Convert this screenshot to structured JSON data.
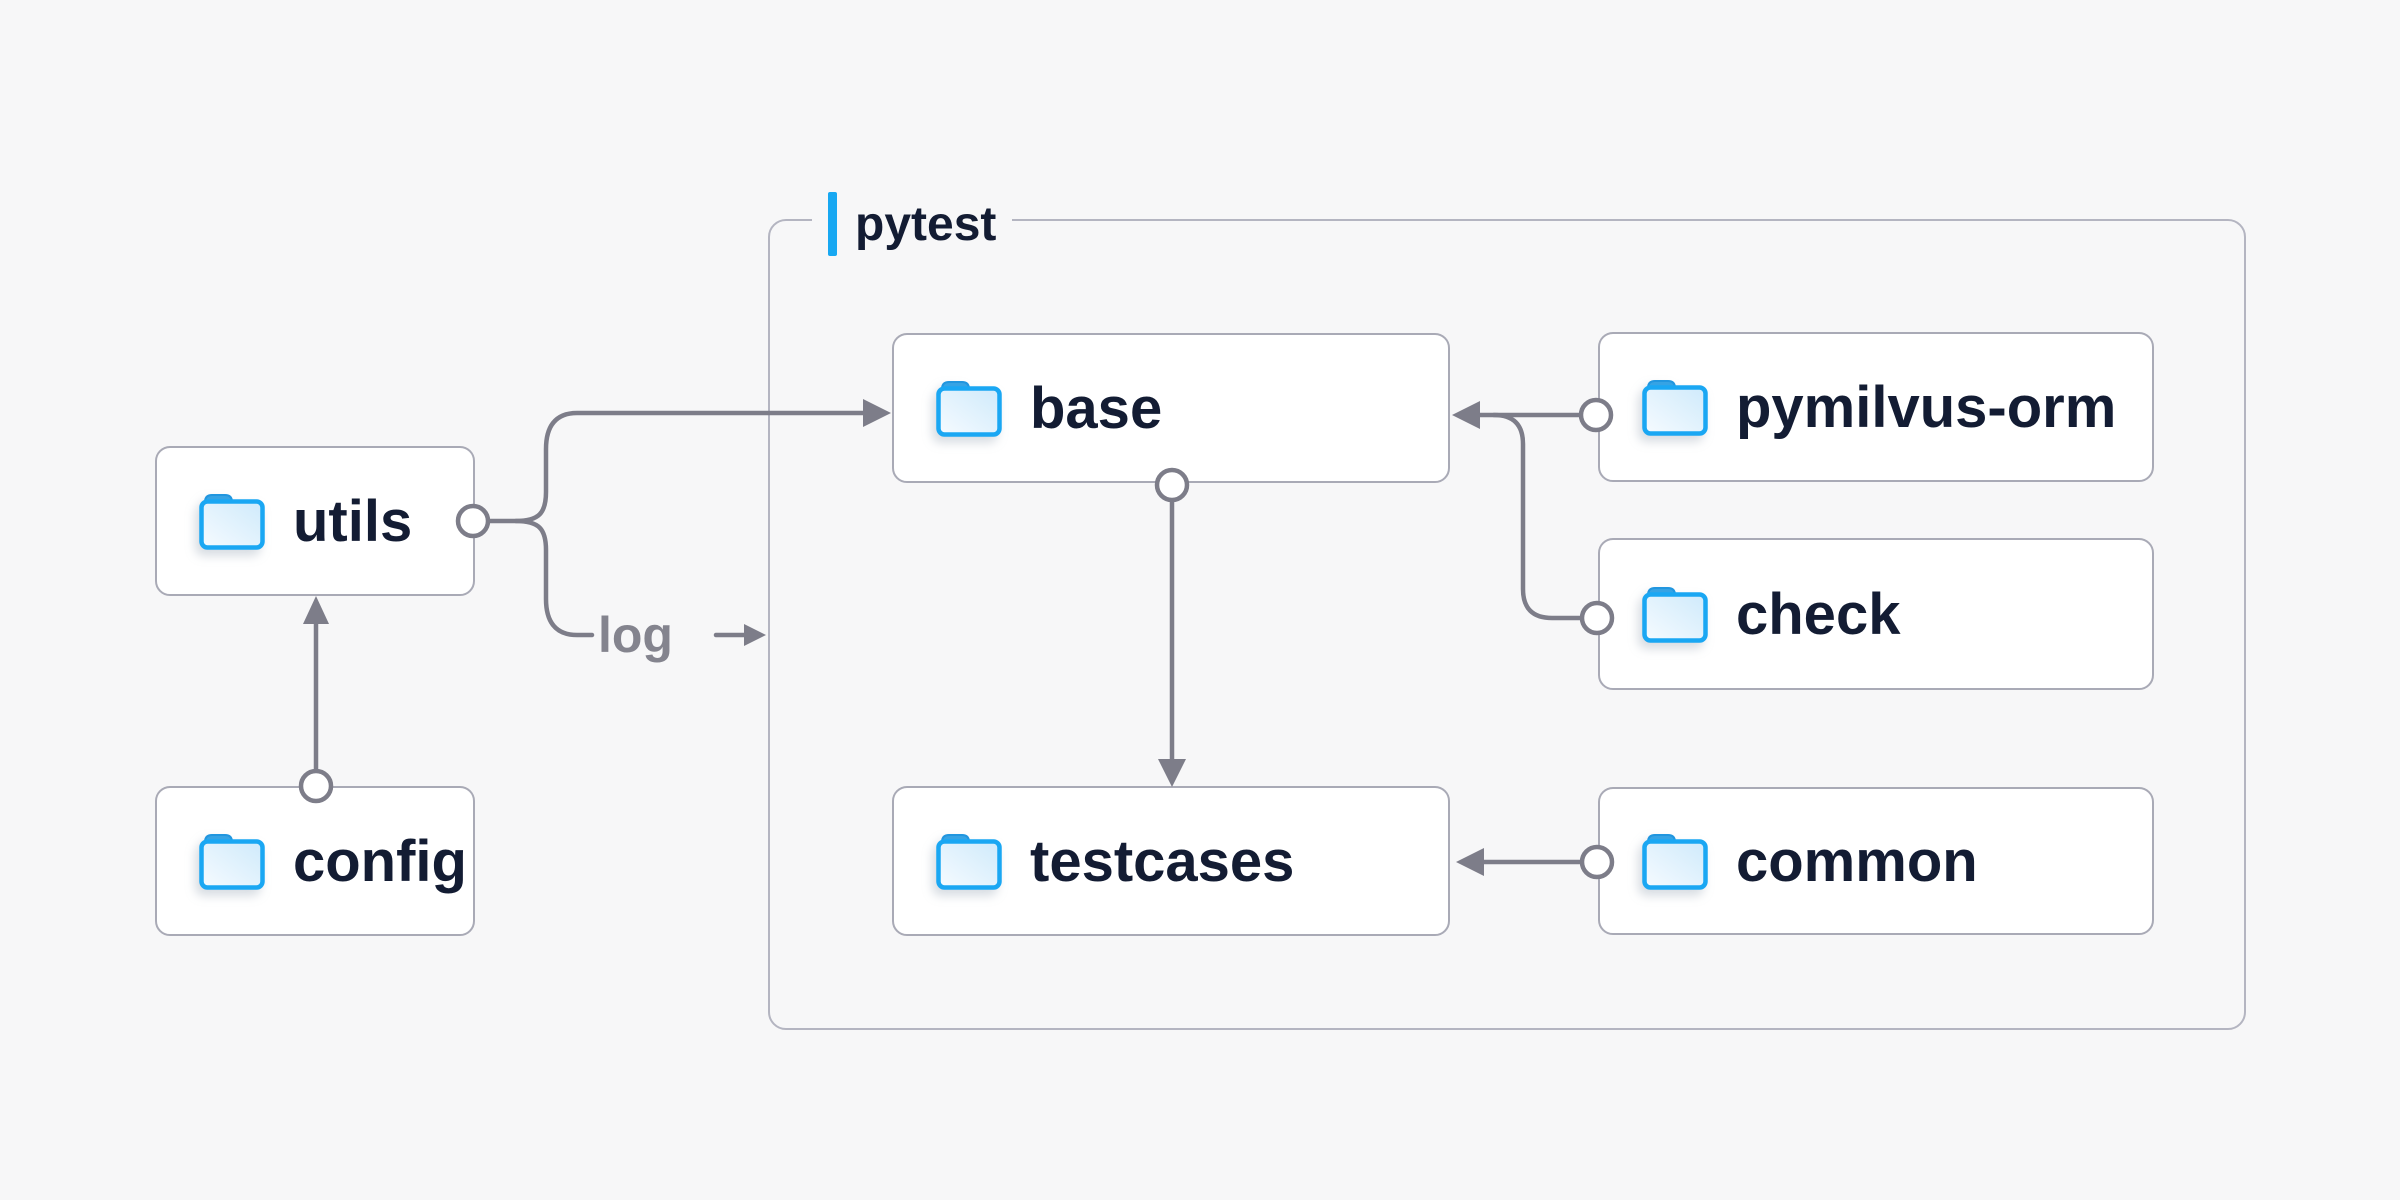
{
  "diagram": {
    "group": {
      "label": "pytest",
      "contains": [
        "base",
        "pymilvus-orm",
        "check",
        "testcases",
        "common"
      ]
    },
    "nodes": {
      "utils": {
        "label": "utils",
        "icon": "folder-icon"
      },
      "config": {
        "label": "config",
        "icon": "folder-icon"
      },
      "base": {
        "label": "base",
        "icon": "folder-icon"
      },
      "pymilvus_orm": {
        "label": "pymilvus-orm",
        "icon": "folder-icon"
      },
      "check": {
        "label": "check",
        "icon": "folder-icon"
      },
      "testcases": {
        "label": "testcases",
        "icon": "folder-icon"
      },
      "common": {
        "label": "common",
        "icon": "folder-icon"
      }
    },
    "edge_labels": {
      "log": "log"
    },
    "edges": [
      {
        "from": "config",
        "to": "utils",
        "style": "circle-start arrow-end"
      },
      {
        "from": "utils",
        "to": "base",
        "style": "circle-start arrow-end"
      },
      {
        "from": "utils",
        "to": "log",
        "style": "circle-start arrow-end",
        "label": "log"
      },
      {
        "from": "pymilvus-orm",
        "to": "base",
        "style": "circle-start arrow-end"
      },
      {
        "from": "check",
        "to": "base",
        "style": "circle-start merge-into-pymilvus-orm-edge"
      },
      {
        "from": "base",
        "to": "testcases",
        "style": "circle-start arrow-end"
      },
      {
        "from": "common",
        "to": "testcases",
        "style": "circle-start arrow-end"
      }
    ],
    "colors": {
      "bg": "#f7f7f8",
      "boxFill": "#ffffff",
      "boxBorder": "#a9aab6",
      "containerBorder": "#b4b5c1",
      "line": "#7d7d89",
      "muted": "#84848e",
      "text": "#131c33",
      "accent": "#18a8f2",
      "folderStroke": "#1aa7f3",
      "folderFillLight": "#f3fafe",
      "folderFillDark": "#cfeafb",
      "folderTab": "#36a3e4"
    }
  }
}
